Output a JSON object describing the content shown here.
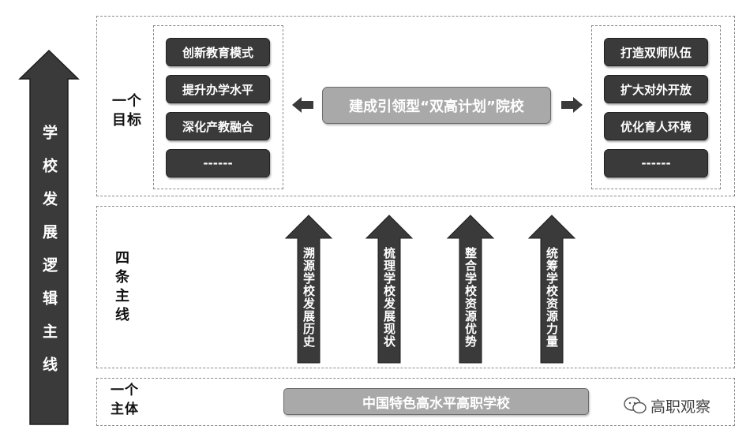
{
  "left_arrow": {
    "label": "学校发展逻辑主线"
  },
  "top_section": {
    "label": "一个目标",
    "center": "建成引领型“双高计划”院校",
    "left_items": [
      "创新教育模式",
      "提升办学水平",
      "深化产教融合",
      "------"
    ],
    "right_items": [
      "打造双师队伍",
      "扩大对外开放",
      "优化育人环境",
      "------"
    ]
  },
  "middle_section": {
    "label": "四条主线",
    "arrows": [
      "溯源学校发展历史",
      "梳理学校发展现状",
      "整合学校资源优势",
      "统筹学校资源力量"
    ]
  },
  "bottom_section": {
    "label": "一个主体",
    "main": "中国特色高水平高职学校"
  },
  "watermark": {
    "text": "高职观察"
  },
  "colors": {
    "dark": "#3a3a3a",
    "mid": "#a9a9a9",
    "border": "#8a8a8a"
  }
}
